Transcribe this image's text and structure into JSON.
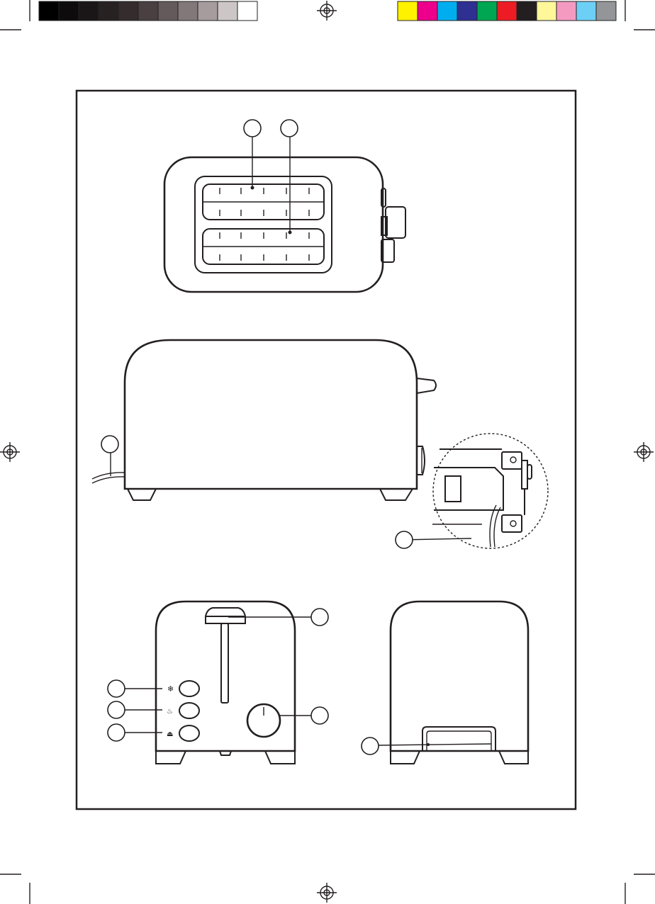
{
  "color_bar": {
    "greys": [
      "#000000",
      "#0d0b0c",
      "#1a1617",
      "#272122",
      "#342c2d",
      "#4a4042",
      "#645a5b",
      "#837879",
      "#a69c9d",
      "#cdc6c6",
      "#ffffff"
    ],
    "colors": [
      "#fff200",
      "#ec008c",
      "#00aeef",
      "#2e3192",
      "#00a651",
      "#ed1c24",
      "#231f20",
      "#fff799",
      "#f49ac1",
      "#6dcff6",
      "#939598"
    ]
  },
  "callouts": [
    {
      "id": "callout-top-left",
      "label": ""
    },
    {
      "id": "callout-top-right",
      "label": ""
    },
    {
      "id": "callout-cord",
      "label": ""
    },
    {
      "id": "callout-cord-storage",
      "label": ""
    },
    {
      "id": "callout-lever",
      "label": ""
    },
    {
      "id": "callout-defrost",
      "label": ""
    },
    {
      "id": "callout-reheat",
      "label": ""
    },
    {
      "id": "callout-cancel",
      "label": ""
    },
    {
      "id": "callout-browning-knob",
      "label": ""
    },
    {
      "id": "callout-crumb-tray",
      "label": ""
    }
  ]
}
